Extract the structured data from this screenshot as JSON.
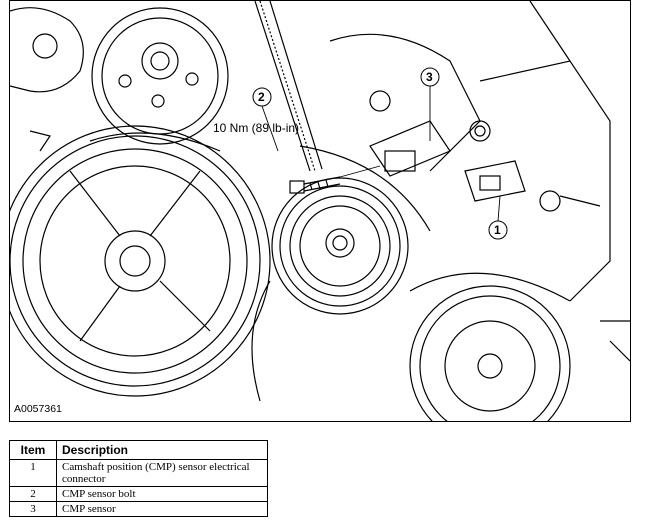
{
  "figure": {
    "id_label": "A0057361",
    "torque_spec": "10 Nm (89 lb-in)",
    "callouts": [
      "1",
      "2",
      "3"
    ]
  },
  "legend": {
    "headers": {
      "item": "Item",
      "description": "Description"
    },
    "rows": [
      {
        "item": "1",
        "description": "Camshaft position (CMP) sensor electrical connector"
      },
      {
        "item": "2",
        "description": "CMP sensor bolt"
      },
      {
        "item": "3",
        "description": "CMP sensor"
      }
    ]
  }
}
